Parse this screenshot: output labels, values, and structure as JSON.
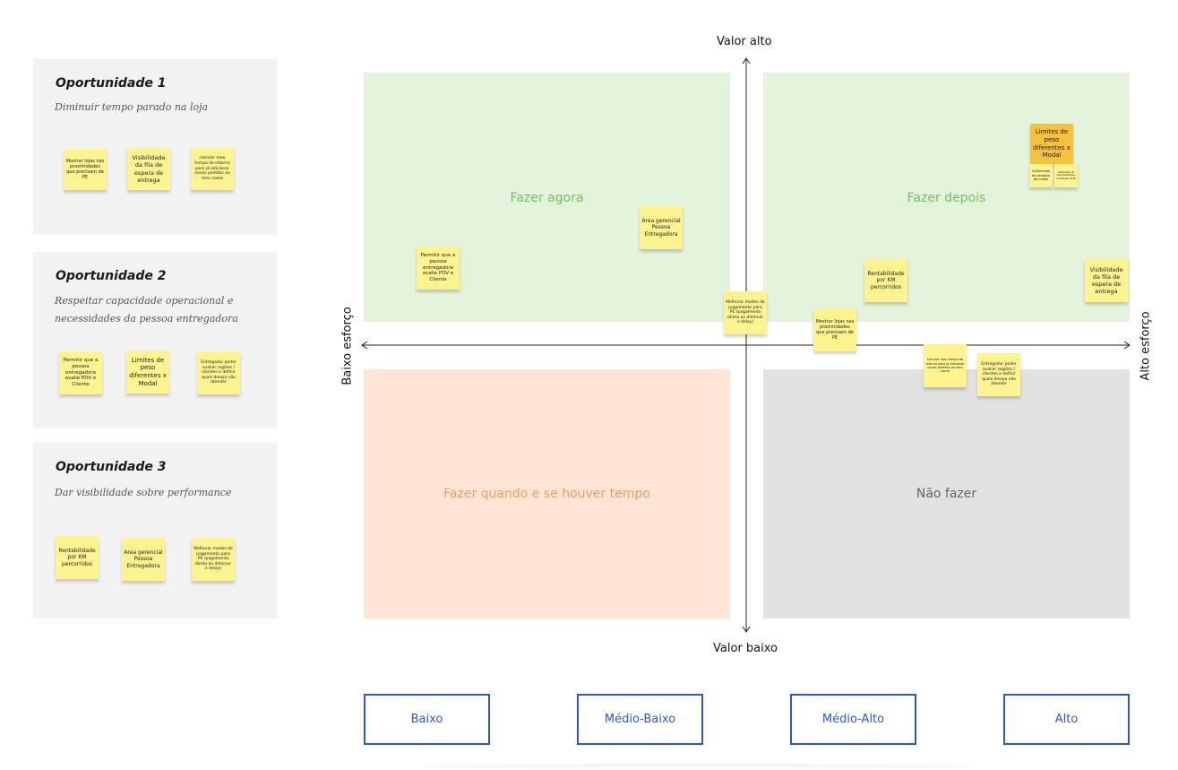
{
  "opportunities": [
    {
      "title": "Oportunidade 1",
      "desc": "Diminuir tempo parado na loja",
      "stickies": [
        "Mostrar lojas nas proximidades que precisam de PE",
        "Visibilidade da fila de espera de entrega",
        "calcular meu tempo de retorno para já adicionar novos pedidos ao meu nome"
      ]
    },
    {
      "title": "Oportunidade 2",
      "desc": "Respeitar capacidade operacional e necessidades da pessoa entregadora",
      "stickies": [
        "Permitir que a pessoa entregadora avalie PDV e Cliente",
        "Limites de peso diferentes x Modal",
        "Entregador poder avaliar regiões / clientes e definir quais deseja não atender"
      ]
    },
    {
      "title": "Oportunidade 3",
      "desc": "Dar visibilidade sobre performance",
      "stickies": [
        "Rentabilidade por KM percorridos",
        "Area gerencial Pessoa Entregadora",
        "Melhorar modos de pagamento para PE (pagamento direto ou diminuir o delay)"
      ]
    }
  ],
  "matrix": {
    "axis_top": "Valor alto",
    "axis_bottom": "Valor baixo",
    "axis_left": "Baixo esforço",
    "axis_right": "Alto esforço",
    "quadrants": {
      "top_left": "Fazer agora",
      "top_right": "Fazer depois",
      "bottom_left": "Fazer quando e se houver tempo",
      "bottom_right": "Não fazer"
    },
    "colors": {
      "top_left": "#e3f3dc",
      "top_right": "#e3f3dc",
      "bottom_left": "#fde6d6",
      "bottom_right": "#e2e2e2",
      "green_text": "#72c35a",
      "orange_text": "#f59c62",
      "grey_text": "#666666",
      "sticky_yellow": "#fdf38f",
      "sticky_orange": "#f6c23c",
      "button_blue": "#2f55d4"
    },
    "stickies": {
      "permitir": "Permitir que a pessoa entregadora avalie PDV e Cliente",
      "area": "Area gerencial Pessoa Entregadora",
      "limites": "Limites de peso diferentes x Modal",
      "visib_modal": "Visibilidade de cadastro de modal",
      "visib_small": "Visibilidade da disponibilidade e localização da PE",
      "rentab": "Rentabilidade por KM percorridos",
      "visib_fila": "Visibilidade da fila de espera de entrega",
      "melhorar": "Melhorar modos de pagamento para PE (pagamento direto ou diminuir o delay)",
      "mostrar": "Mostrar lojas nas proximidades que precisam de PE",
      "calcular": "calcular meu tempo de retorno para já adicionar novos pedidos ao meu nome",
      "entregador": "Entregador poder avaliar regiões / clientes e definir quais deseja não atender"
    }
  },
  "levels": [
    "Baixo",
    "Médio-Baixo",
    "Médio-Alto",
    "Alto"
  ]
}
